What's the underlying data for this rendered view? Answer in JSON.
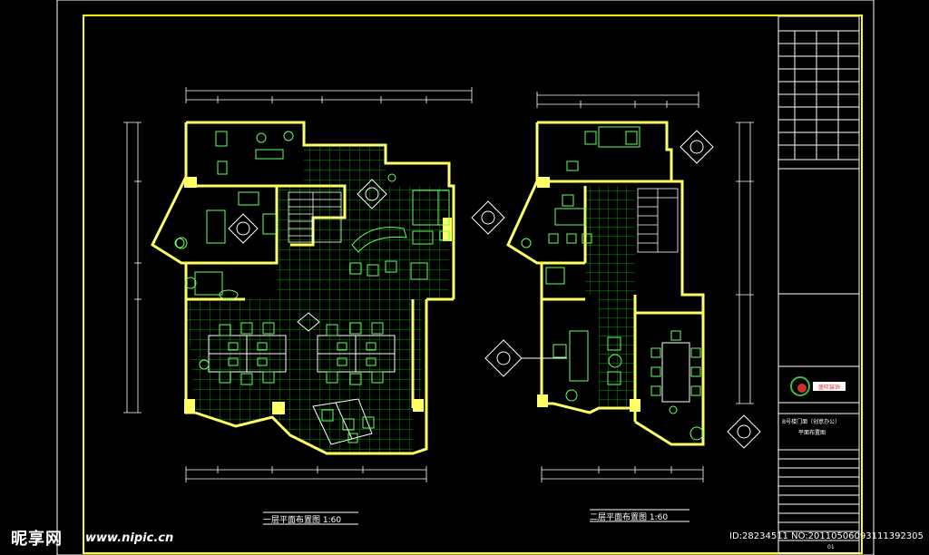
{
  "plans": {
    "first": {
      "title": "一层平面布置图 1:60"
    },
    "second": {
      "title": "二层平面布置图 1:60"
    }
  },
  "title_block": {
    "company_label": "盛旺装饰",
    "project": "B号楼门面（创意办公）",
    "sheet_name": "平面布置图",
    "number": "01"
  },
  "watermark": {
    "logo": "昵享网",
    "url": "www.nipic.cn",
    "id": "ID:28234511 NO:20110506093111392305"
  },
  "colors": {
    "frame": "#ffff00",
    "wall": "#ffff66",
    "grid": "#00ff00",
    "furniture": "#66ff66",
    "dim": "#ffffff",
    "table": "#ffffff"
  }
}
